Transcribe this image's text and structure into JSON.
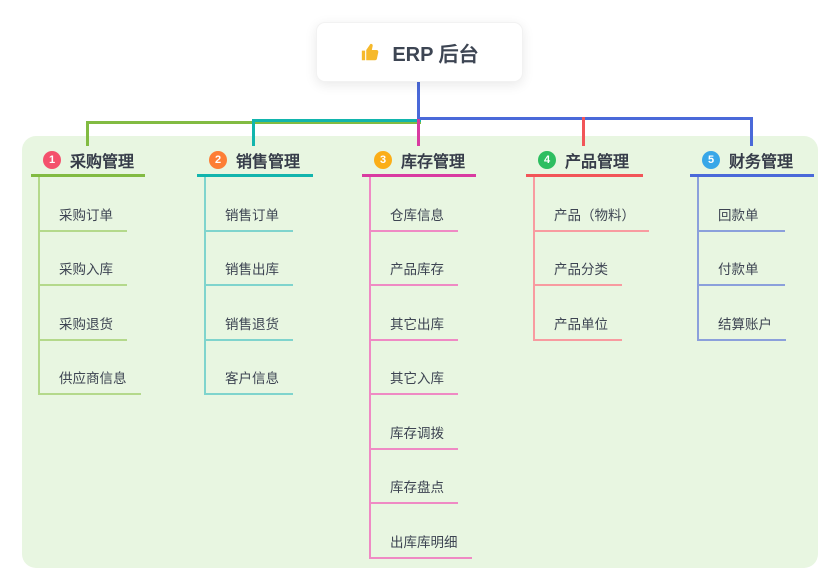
{
  "root": {
    "title": "ERP 后台",
    "icon": "thumbs-up"
  },
  "branches": [
    {
      "index": "1",
      "title": "采购管理",
      "children": [
        "采购订单",
        "采购入库",
        "采购退货",
        "供应商信息"
      ],
      "color": "#82bb42",
      "light_color": "#b4d98b",
      "badge_color": "#f4516c"
    },
    {
      "index": "2",
      "title": "销售管理",
      "children": [
        "销售订单",
        "销售出库",
        "销售退货",
        "客户信息"
      ],
      "color": "#12b5ad",
      "light_color": "#7fd4cd",
      "badge_color": "#fd7e35"
    },
    {
      "index": "3",
      "title": "库存管理",
      "children": [
        "仓库信息",
        "产品库存",
        "其它出库",
        "其它入库",
        "库存调拨",
        "库存盘点",
        "出库库明细"
      ],
      "color": "#d93ba1",
      "light_color": "#ef8ac4",
      "badge_color": "#fbae17"
    },
    {
      "index": "4",
      "title": "产品管理",
      "children": [
        "产品（物料）",
        "产品分类",
        "产品单位"
      ],
      "color": "#f25558",
      "light_color": "#f89ba0",
      "badge_color": "#2dbe60"
    },
    {
      "index": "5",
      "title": "财务管理",
      "children": [
        "回款单",
        "付款单",
        "结算账户"
      ],
      "color": "#4a69d9",
      "light_color": "#8ba0db",
      "badge_color": "#38a7e8"
    }
  ],
  "colors": {
    "canvas": "#ffffff",
    "panel_background": "#e8f6e1",
    "root_connector": "#4a69d9",
    "thumb_icon": "#f6b92b"
  }
}
